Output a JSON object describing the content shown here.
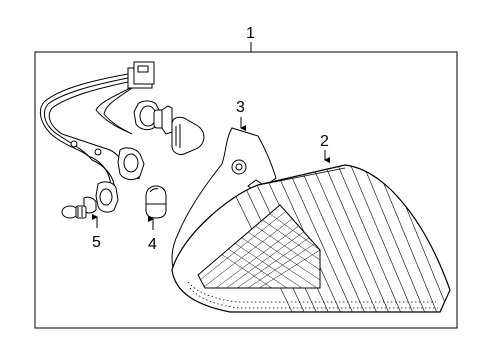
{
  "diagram": {
    "callouts": {
      "c1": "1",
      "c2": "2",
      "c3": "3",
      "c4": "4",
      "c5": "5"
    },
    "colors": {
      "line": "#000000",
      "background": "#ffffff"
    }
  }
}
